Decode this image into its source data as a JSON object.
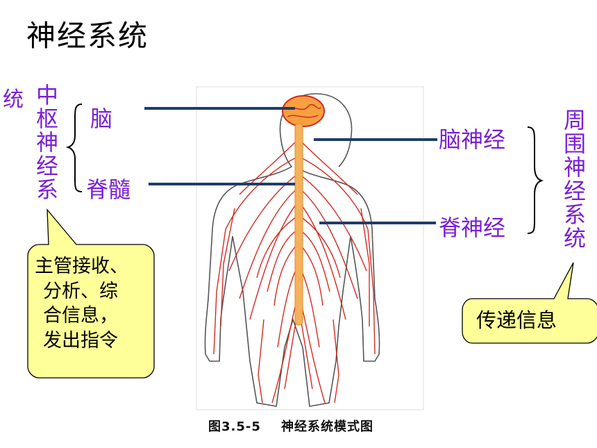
{
  "title": "神经系统",
  "central": {
    "stray_char": "统",
    "group_label": "中枢神经系",
    "brain": "脑",
    "spinal_cord": "脊髓",
    "callout": [
      "主管接收、",
      "分析、综",
      "合信息，",
      "发出指令"
    ]
  },
  "peripheral": {
    "group_label": "周围神经系统",
    "cranial_nerves": "脑神经",
    "spinal_nerves": "脊神经",
    "callout": "传递信息"
  },
  "figure_caption": "图3.5-5    神经系统模式图",
  "colors": {
    "label_purple": "#7a1fd6",
    "pointer_line": "#1f3d6b",
    "callout_fill": "#ffff99",
    "nerve_red": "#d42a1e",
    "spine_orange": "#f6b15a"
  }
}
